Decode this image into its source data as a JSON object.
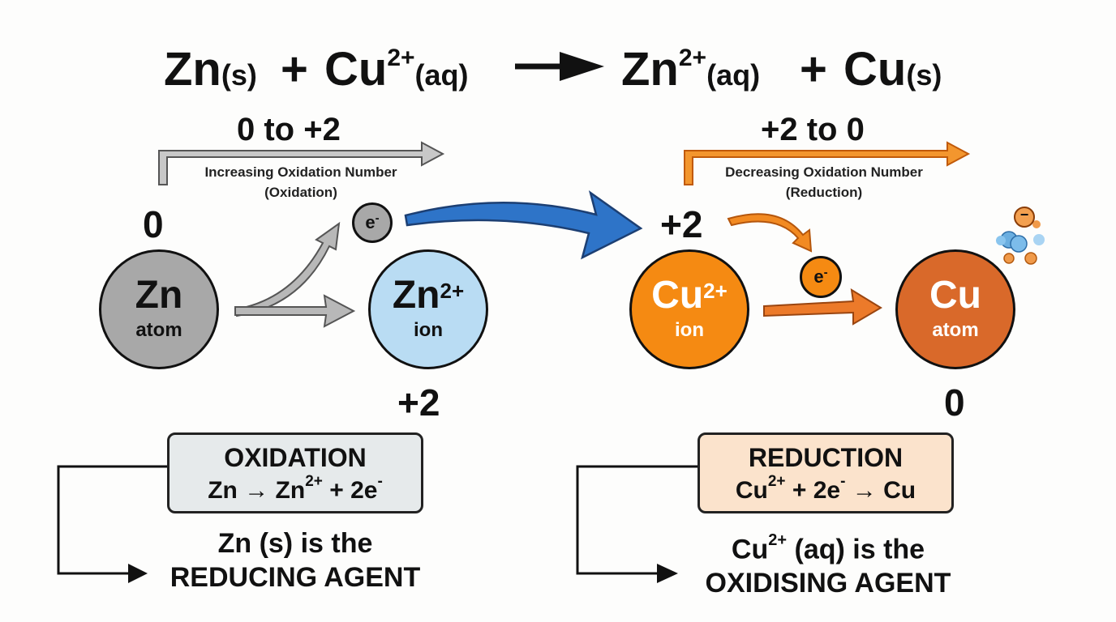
{
  "equation": {
    "zn": "Zn",
    "zn_state": "(s)",
    "plus1": "+",
    "cu": "Cu",
    "cu_charge": "2+",
    "cu_state": "(aq)",
    "zn2": "Zn",
    "zn2_charge": "2+",
    "zn2_state": "(aq)",
    "plus2": "+",
    "cu2": "Cu",
    "cu2_state": "(s)"
  },
  "left": {
    "change_label": "0 to +2",
    "desc_line1": "Increasing Oxidation Number",
    "desc_line2": "(Oxidation)",
    "start_ox": "0",
    "end_ox": "+2",
    "atom_symbol": "Zn",
    "atom_label": "atom",
    "ion_symbol": "Zn",
    "ion_charge": "2+",
    "ion_label": "ion",
    "electron": "e",
    "electron_charge": "-",
    "box_title": "OXIDATION",
    "box_reaction": {
      "a": "Zn",
      "arrow": "→",
      "b": "Zn",
      "b_charge": "2+",
      "c": "+ 2e",
      "c_charge": "-"
    },
    "agent_line1": "Zn (s) is the",
    "agent_line2": "REDUCING AGENT"
  },
  "right": {
    "change_label": "+2 to 0",
    "desc_line1": "Decreasing Oxidation Number",
    "desc_line2": "(Reduction)",
    "start_ox": "+2",
    "end_ox": "0",
    "ion_symbol": "Cu",
    "ion_charge": "2+",
    "ion_label": "ion",
    "atom_symbol": "Cu",
    "atom_label": "atom",
    "electron": "e",
    "electron_charge": "-",
    "minus_symbol": "−",
    "box_title": "REDUCTION",
    "box_reaction": {
      "a": "Cu",
      "a_charge": "2+",
      "b": "+ 2e",
      "b_charge": "-",
      "arrow": "→",
      "c": "Cu"
    },
    "agent_line1_a": "Cu",
    "agent_line1_charge": "2+",
    "agent_line1_b": " (aq) is the",
    "agent_line2": "OXIDISING AGENT"
  },
  "colors": {
    "zn_atom": "#a8a8a8",
    "zn_ion": "#b9dcf3",
    "cu_ion": "#f58a12",
    "cu_atom": "#d9692a",
    "electron_left": "#a8a8a8",
    "electron_right": "#f58a12",
    "transfer_arrow": "#2e74c8",
    "left_box": "#e6eaeb",
    "right_box": "#fbe3cc",
    "left_arrow": "#a0a0a0",
    "right_arrow": "#f28a22"
  }
}
